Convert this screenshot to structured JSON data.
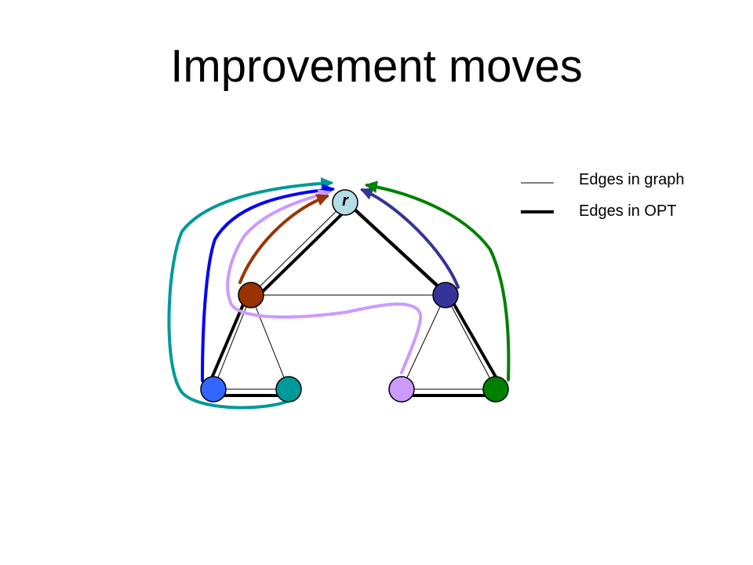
{
  "title": "Improvement moves",
  "root_label": "r",
  "legend": {
    "graph_edges": "Edges in graph",
    "opt_edges": "Edges in OPT"
  },
  "nodes": [
    {
      "id": "root",
      "color": "#b4dde5"
    },
    {
      "id": "left-mid",
      "color": "#993300"
    },
    {
      "id": "right-mid",
      "color": "#333399"
    },
    {
      "id": "bottom-1",
      "color": "#3366ff"
    },
    {
      "id": "bottom-2",
      "color": "#009999"
    },
    {
      "id": "bottom-3",
      "color": "#cc99ff"
    },
    {
      "id": "bottom-4",
      "color": "#008000"
    }
  ],
  "move_colors": {
    "teal": "#009999",
    "blue": "#0000ff",
    "lavender": "#cc99ff",
    "brown": "#993300",
    "navy": "#333399",
    "green": "#008000"
  }
}
